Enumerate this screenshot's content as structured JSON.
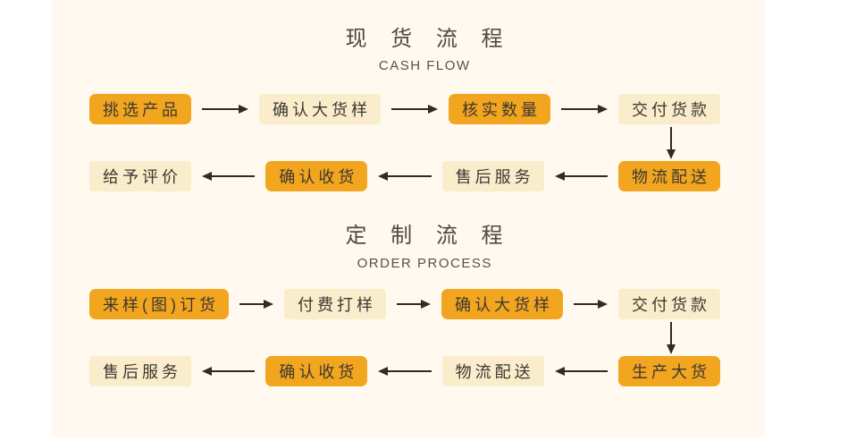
{
  "colors": {
    "background": "#FFF9EF",
    "accent": "#F2A51F",
    "light_box": "#FAEDCC",
    "text": "#3D3831",
    "title_text": "#4E4A43",
    "subtitle_text": "#56524B",
    "arrow": "#2E2C29"
  },
  "sections": [
    {
      "title": "现 货 流 程",
      "subtitle": "CASH FLOW",
      "rows": [
        {
          "direction": "right",
          "steps": [
            {
              "label": "挑选产品",
              "emphasis": true
            },
            {
              "label": "确认大货样",
              "emphasis": false
            },
            {
              "label": "核实数量",
              "emphasis": true
            },
            {
              "label": "交付货款",
              "emphasis": false
            }
          ]
        },
        {
          "direction": "left",
          "steps": [
            {
              "label": "给予评价",
              "emphasis": false
            },
            {
              "label": "确认收货",
              "emphasis": true
            },
            {
              "label": "售后服务",
              "emphasis": false
            },
            {
              "label": "物流配送",
              "emphasis": true
            }
          ]
        }
      ]
    },
    {
      "title": "定 制 流 程",
      "subtitle": "ORDER PROCESS",
      "rows": [
        {
          "direction": "right",
          "steps": [
            {
              "label": "来样(图)订货",
              "emphasis": true
            },
            {
              "label": "付费打样",
              "emphasis": false
            },
            {
              "label": "确认大货样",
              "emphasis": true
            },
            {
              "label": "交付货款",
              "emphasis": false
            }
          ]
        },
        {
          "direction": "left",
          "steps": [
            {
              "label": "售后服务",
              "emphasis": false
            },
            {
              "label": "确认收货",
              "emphasis": true
            },
            {
              "label": "物流配送",
              "emphasis": false
            },
            {
              "label": "生产大货",
              "emphasis": true
            }
          ]
        }
      ]
    }
  ]
}
